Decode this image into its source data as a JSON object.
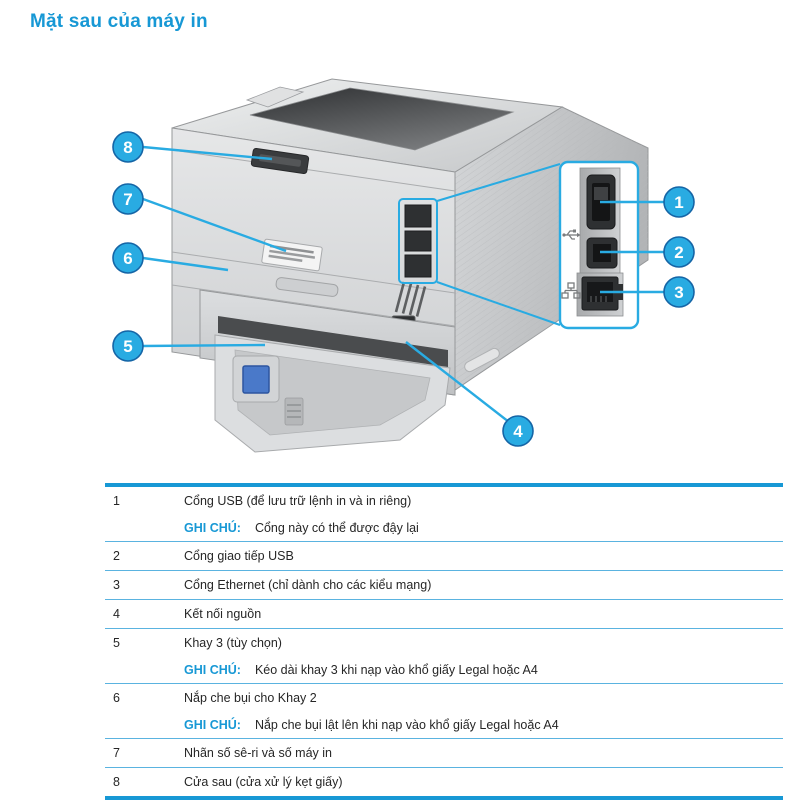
{
  "page": {
    "title": "Mặt sau của máy in"
  },
  "colors": {
    "accent_blue": "#1798d5",
    "callout_fill": "#29abe2",
    "callout_stroke": "#1565a6",
    "leader_line": "#29abe2"
  },
  "diagram": {
    "description": "Back view of printer with numbered callouts and magnified port panel",
    "icons": {
      "usb": "usb-icon",
      "ethernet": "ethernet-icon"
    },
    "callouts": [
      {
        "label": "1"
      },
      {
        "label": "2"
      },
      {
        "label": "3"
      },
      {
        "label": "4"
      },
      {
        "label": "5"
      },
      {
        "label": "6"
      },
      {
        "label": "7"
      },
      {
        "label": "8"
      }
    ]
  },
  "table": {
    "rows": [
      {
        "num": "1",
        "desc": "Cổng USB (để lưu trữ lệnh in và in riêng)",
        "note_label": "GHI CHÚ:",
        "note": "Cổng này có thể được đậy lại"
      },
      {
        "num": "2",
        "desc": "Cổng giao tiếp USB"
      },
      {
        "num": "3",
        "desc": "Cổng Ethernet (chỉ dành cho các kiểu mạng)"
      },
      {
        "num": "4",
        "desc": "Kết nối nguồn"
      },
      {
        "num": "5",
        "desc": "Khay 3 (tùy chọn)",
        "note_label": "GHI CHÚ:",
        "note": "Kéo dài khay 3 khi nạp vào khổ giấy Legal hoặc A4"
      },
      {
        "num": "6",
        "desc": "Nắp che bụi cho Khay 2",
        "note_label": "GHI CHÚ:",
        "note": "Nắp che bụi lật lên khi nạp vào khổ giấy Legal hoặc A4"
      },
      {
        "num": "7",
        "desc": "Nhãn số sê-ri và số máy in"
      },
      {
        "num": "8",
        "desc": "Cửa sau (cửa xử lý kẹt giấy)"
      }
    ]
  }
}
